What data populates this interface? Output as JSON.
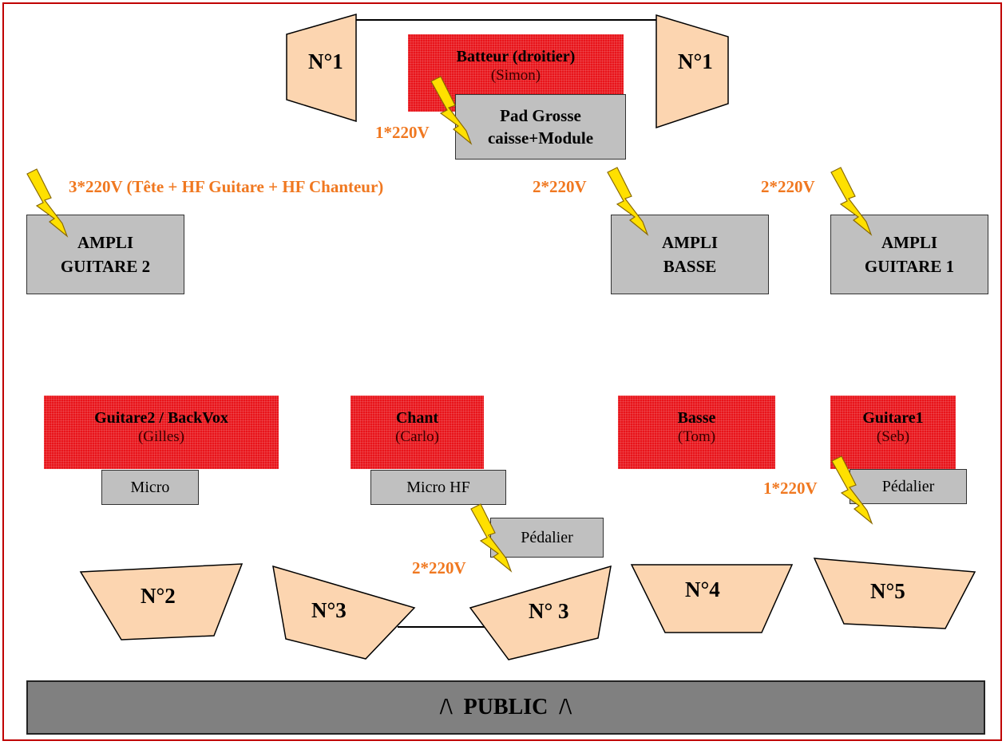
{
  "monitors": {
    "n1_left": "N°1",
    "n1_right": "N°1",
    "n2": "N°2",
    "n3_left": "N°3",
    "n3_right": "N° 3",
    "n4": "N°4",
    "n5": "N°5"
  },
  "drummer": {
    "title": "Batteur (droitier)",
    "name": "(Simon)"
  },
  "pad": {
    "line1": "Pad Grosse",
    "line2": "caisse+Module"
  },
  "musicians": {
    "guitar2": {
      "title": "Guitare2 / BackVox",
      "name": "(Gilles)"
    },
    "vocals": {
      "title": "Chant",
      "name": "(Carlo)"
    },
    "bass": {
      "title": "Basse",
      "name": "(Tom)"
    },
    "guitar1": {
      "title": "Guitare1",
      "name": "(Seb)"
    }
  },
  "amps": {
    "guitar2": {
      "line1": "AMPLI",
      "line2": "GUITARE 2"
    },
    "bass": {
      "line1": "AMPLI",
      "line2": "BASSE"
    },
    "guitar1": {
      "line1": "AMPLI",
      "line2": "GUITARE 1"
    }
  },
  "gear": {
    "micro": "Micro",
    "micro_hf": "Micro HF",
    "pedal_vocals": "Pédalier",
    "pedal_guitar1": "Pédalier"
  },
  "power": {
    "drums": "1*220V",
    "guitar2_amp": "3*220V (Tête + HF Guitare + HF Chanteur)",
    "bass_amp": "2*220V",
    "guitar1_amp": "2*220V",
    "vocals": "2*220V",
    "guitar1": "1*220V"
  },
  "public": {
    "label": "/\\  PUBLIC  /\\"
  },
  "colors": {
    "musician_fill": "#e8141a",
    "monitor_fill": "#fcd5b0",
    "equipment_fill": "#c0c0c0",
    "power_text": "#f07820",
    "bolt_fill": "#ffe000",
    "public_fill": "#808080",
    "frame": "#c00000"
  },
  "icons": {
    "power": "lightning-bolt-icon"
  }
}
